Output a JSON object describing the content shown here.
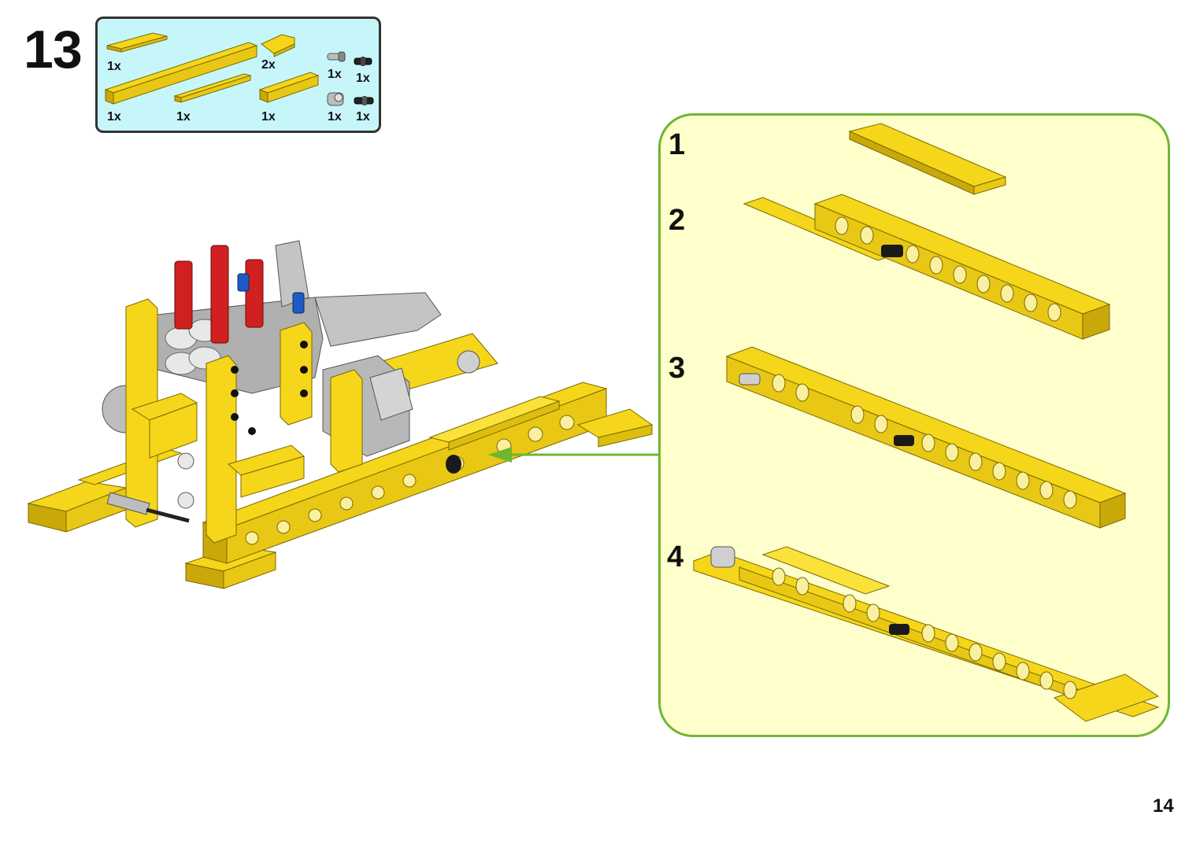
{
  "step": {
    "number": "13"
  },
  "parts_list": {
    "items": [
      {
        "id": "plate-1x6",
        "qty": "1x"
      },
      {
        "id": "brick-1x16",
        "qty": "1x"
      },
      {
        "id": "wedge-plate",
        "qty": "2x"
      },
      {
        "id": "pin-with-bush",
        "qty": "1x"
      },
      {
        "id": "black-pin",
        "qty": "1x"
      },
      {
        "id": "plate-1x8",
        "qty": "1x"
      },
      {
        "id": "brick-1x6",
        "qty": "1x"
      },
      {
        "id": "cross-block",
        "qty": "1x"
      },
      {
        "id": "black-axle-pin",
        "qty": "1x"
      }
    ],
    "colors": {
      "background": "#c6f6f9",
      "border": "#333333"
    }
  },
  "subassembly": {
    "steps": [
      {
        "label": "1"
      },
      {
        "label": "2"
      },
      {
        "label": "3"
      },
      {
        "label": "4"
      }
    ],
    "colors": {
      "background": "#ffffcc",
      "border": "#6fb631",
      "arrow": "#6fb631"
    }
  },
  "colors": {
    "yellow": "#f5d61a",
    "yellow_dark": "#c9a80a",
    "red": "#d02020",
    "blue": "#1f5bc4",
    "gray": "#a8a8a8",
    "black": "#1a1a1a"
  },
  "page": {
    "number": "14"
  }
}
